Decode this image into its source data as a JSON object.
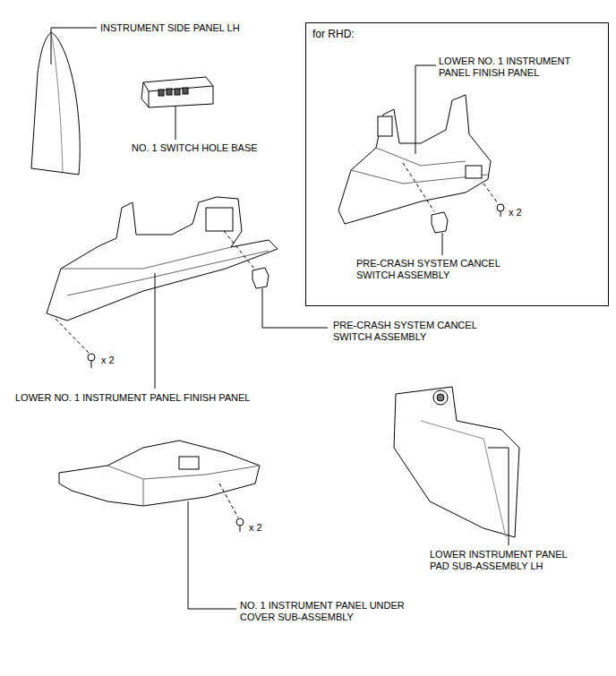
{
  "diagram": {
    "nodes": [
      {
        "text": [
          "for RHD:"
        ]
      }
    ],
    "labels": [
      "INSTRUMENT SIDE PANEL LH",
      "NO. 1 SWITCH HOLE BASE",
      "LOWER NO. 1 INSTRUMENT PANEL FINISH PANEL",
      "x 2",
      "PRE-CRASH SYSTEM CANCEL SWITCH ASSEMBLY",
      "x 2",
      "PRE-CRASH SYSTEM CANCEL SWITCH ASSEMBLY",
      "LOWER NO. 1 INSTRUMENT PANEL FINISH PANEL",
      "x 2",
      "LOWER INSTRUMENT PANEL PAD SUB-ASSEMBLY LH",
      "NO. 1 INSTRUMENT PANEL UNDER COVER SUB-ASSEMBLY"
    ]
  }
}
